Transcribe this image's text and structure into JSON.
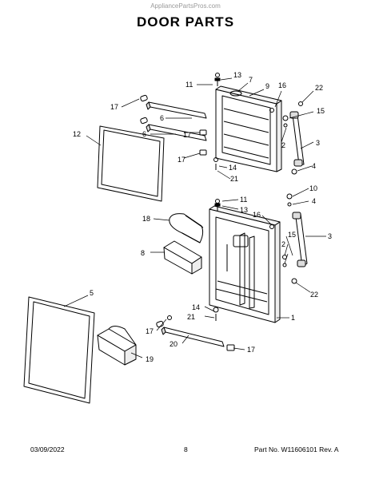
{
  "header": {
    "watermark": "AppliancePartsPros.com",
    "title": "DOOR PARTS"
  },
  "footer": {
    "date": "03/09/2022",
    "page": "8",
    "part_number": "Part No. W11606101  Rev. A"
  },
  "callouts": {
    "c1": "1",
    "c2a": "2",
    "c2b": "2",
    "c3a": "3",
    "c3b": "3",
    "c4a": "4",
    "c4b": "4",
    "c5": "5",
    "c6a": "6",
    "c6b": "6",
    "c7": "7",
    "c8": "8",
    "c9": "9",
    "c10": "10",
    "c11a": "11",
    "c11b": "11",
    "c12": "12",
    "c13a": "13",
    "c13b": "13",
    "c14a": "14",
    "c14b": "14",
    "c15a": "15",
    "c15b": "15",
    "c16a": "16",
    "c16b": "16",
    "c17a": "17",
    "c17b": "17",
    "c17c": "17",
    "c17d": "17",
    "c17e": "17",
    "c18": "18",
    "c19": "19",
    "c20": "20",
    "c21a": "21",
    "c21b": "21",
    "c22a": "22",
    "c22b": "22"
  }
}
